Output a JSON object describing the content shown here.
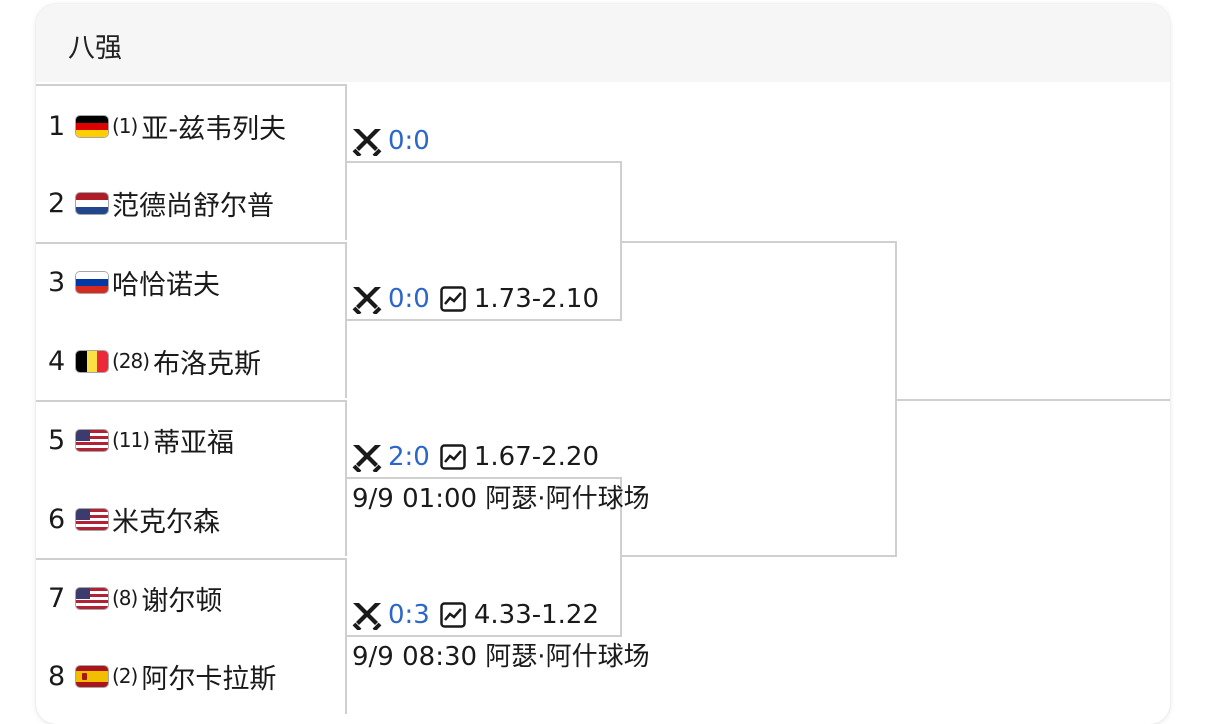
{
  "round_title": "八强",
  "players": [
    {
      "num": "1",
      "flag": "germany-flag",
      "seed": "(1)",
      "name": "亚-兹韦列夫"
    },
    {
      "num": "2",
      "flag": "netherlands-flag",
      "seed": "",
      "name": "范德尚舒尔普"
    },
    {
      "num": "3",
      "flag": "russia-flag",
      "seed": "",
      "name": "哈恰诺夫"
    },
    {
      "num": "4",
      "flag": "belgium-flag",
      "seed": "(28)",
      "name": "布洛克斯"
    },
    {
      "num": "5",
      "flag": "usa-flag",
      "seed": "(11)",
      "name": "蒂亚福"
    },
    {
      "num": "6",
      "flag": "usa-flag",
      "seed": "",
      "name": "米克尔森"
    },
    {
      "num": "7",
      "flag": "usa-flag",
      "seed": "(8)",
      "name": "谢尔顿"
    },
    {
      "num": "8",
      "flag": "spain-flag",
      "seed": "(2)",
      "name": "阿尔卡拉斯"
    }
  ],
  "matches": [
    {
      "score": "0:0",
      "odds": "",
      "time": ""
    },
    {
      "score": "0:0",
      "odds": "1.73-2.10",
      "time": ""
    },
    {
      "score": "2:0",
      "odds": "1.67-2.20",
      "time": "9/9 01:00 阿瑟·阿什球场"
    },
    {
      "score": "0:3",
      "odds": "4.33-1.22",
      "time": "9/9 08:30 阿瑟·阿什球场"
    }
  ],
  "colors": {
    "score": "#2b66c9",
    "line": "#cfcfcf",
    "header_bg": "#f6f6f6"
  },
  "icons": {
    "match": "crossed-swords-icon",
    "odds": "trend-chart-icon"
  }
}
